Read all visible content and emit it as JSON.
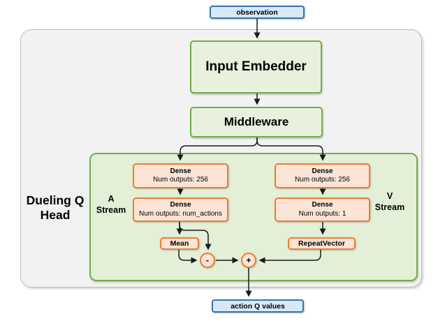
{
  "diagram": {
    "title_hint": "Dueling DQN head network architecture",
    "observation_label": "observation",
    "input_embedder_label": "Input Embedder",
    "middleware_label": "Middleware",
    "dueling_head_label": "Dueling Q\nHead",
    "a_stream_label": "A\nStream",
    "v_stream_label": "V\nStream",
    "a_stream": {
      "dense1": {
        "title": "Dense",
        "subtitle": "Num outputs: 256"
      },
      "dense2": {
        "title": "Dense",
        "subtitle": "Num outputs: num_actions"
      },
      "mean_label": "Mean"
    },
    "v_stream": {
      "dense1": {
        "title": "Dense",
        "subtitle": "Num outputs: 256"
      },
      "dense2": {
        "title": "Dense",
        "subtitle": "Num outputs: 1"
      },
      "repeat_vector_label": "RepeatVector"
    },
    "operators": {
      "subtract": "-",
      "add": "+"
    },
    "output_label": "action Q values",
    "colors": {
      "io_box_fill": "#d9e8f7",
      "io_box_border": "#2e75b6",
      "green_box_fill": "#e7f1dd",
      "green_border": "#70ad47",
      "head_container_fill": "#e3efd7",
      "orange_box_fill": "#fce4d6",
      "orange_border": "#ed7d31",
      "outer_container_fill": "#f2f2f2",
      "outer_container_border": "#bdbdbd",
      "wire": "#1a1a1a"
    }
  }
}
